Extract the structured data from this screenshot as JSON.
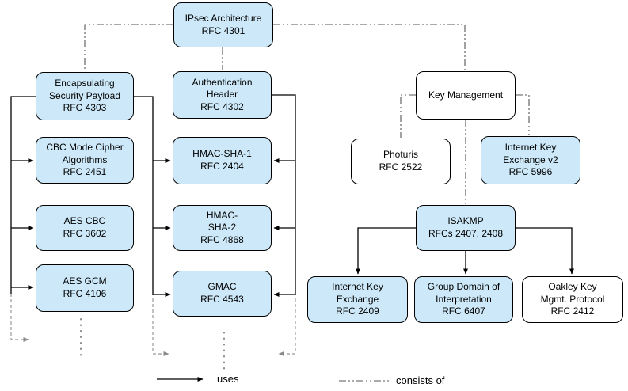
{
  "nodes": {
    "ipsec": {
      "label": "IPsec Architecture\nRFC 4301"
    },
    "esp": {
      "label": "Encapsulating\nSecurity Payload\nRFC 4303"
    },
    "ah": {
      "label": "Authentication\nHeader\nRFC 4302"
    },
    "cbc_mode": {
      "label": "CBC Mode Cipher\nAlgorithms\nRFC 2451"
    },
    "hmac_sha1": {
      "label": "HMAC-SHA-1\nRFC 2404"
    },
    "aes_cbc": {
      "label": "AES CBC\nRFC 3602"
    },
    "hmac_sha2": {
      "label": "HMAC-\nSHA-2\nRFC 4868"
    },
    "aes_gcm": {
      "label": "AES GCM\nRFC 4106"
    },
    "gmac": {
      "label": "GMAC\nRFC 4543"
    },
    "key_mgmt": {
      "label": "Key Management"
    },
    "photuris": {
      "label": "Photuris\nRFC 2522"
    },
    "ikev2": {
      "label": "Internet Key\nExchange v2\nRFC 5996"
    },
    "isakmp": {
      "label": "ISAKMP\nRFCs 2407, 2408"
    },
    "ike": {
      "label": "Internet Key\nExchange\nRFC 2409"
    },
    "gdoi": {
      "label": "Group Domain of\nInterpretation\nRFC 6407"
    },
    "oakley": {
      "label": "Oakley Key\nMgmt. Protocol\nRFC 2412"
    }
  },
  "legend": {
    "uses": "uses",
    "consists_of": "consists of"
  },
  "colors": {
    "node_fill_blue": "#cde9f9",
    "node_fill_white": "#ffffff",
    "node_border": "#000000",
    "uses_line": "#000000",
    "consists_line": "#555555",
    "continuation_line": "#999999"
  }
}
